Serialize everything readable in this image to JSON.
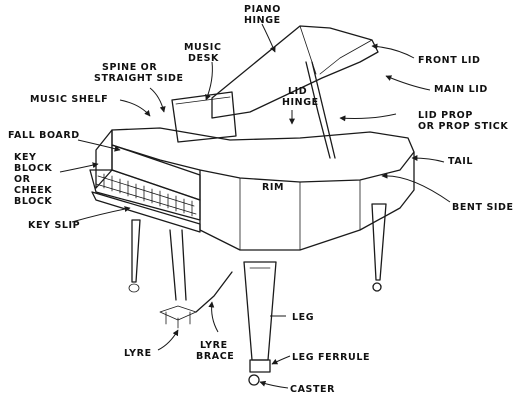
{
  "labels": {
    "piano_hinge_1": "PIANO",
    "piano_hinge_2": "HINGE",
    "music_desk_1": "MUSIC",
    "music_desk_2": "DESK",
    "spine_1": "SPINE OR",
    "spine_2": "STRAIGHT SIDE",
    "front_lid": "FRONT LID",
    "main_lid": "MAIN LID",
    "music_shelf": "MUSIC SHELF",
    "lid_hinge_1": "LID",
    "lid_hinge_2": "HINGE",
    "lid_prop_1": "LID PROP",
    "lid_prop_2": "OR PROP STICK",
    "fall_board": "FALL BOARD",
    "key_block_1": "KEY",
    "key_block_2": "BLOCK",
    "key_block_3": "OR",
    "key_block_4": "CHEEK",
    "key_block_5": "BLOCK",
    "tail": "TAIL",
    "rim": "RIM",
    "bent_side": "BENT SIDE",
    "key_slip": "KEY SLIP",
    "leg": "LEG",
    "lyre": "LYRE",
    "lyre_brace_1": "LYRE",
    "lyre_brace_2": "BRACE",
    "leg_ferrule": "LEG FERRULE",
    "caster": "CASTER"
  }
}
